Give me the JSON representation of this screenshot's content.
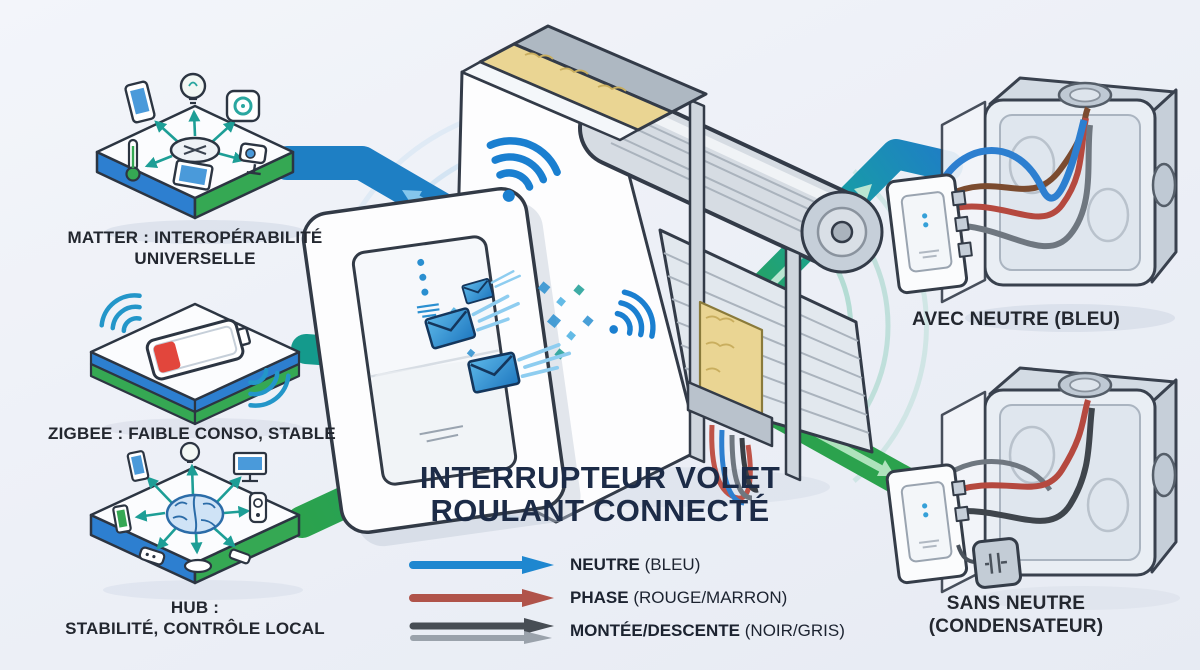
{
  "title": {
    "line1": "INTERRUPTEUR VOLET",
    "line2": "ROULANT CONNECTÉ"
  },
  "protocols": [
    {
      "id": "matter",
      "line1": "MATTER : INTEROPÉRABILITÉ",
      "line2": "UNIVERSELLE"
    },
    {
      "id": "zigbee",
      "line1": "ZIGBEE : FAIBLE CONSO, STABLE",
      "line2": ""
    },
    {
      "id": "hub",
      "line1": "HUB :",
      "line2": "STABILITÉ, CONTRÔLE LOCAL"
    }
  ],
  "wiring_options": [
    {
      "id": "with-neutral",
      "line1": "AVEC NEUTRE (BLEU)",
      "line2": ""
    },
    {
      "id": "without-neutral",
      "line1": "SANS NEUTRE",
      "line2": "(CONDENSATEUR)"
    }
  ],
  "legend": {
    "items": [
      {
        "term": "NEUTRE",
        "detail": "(BLEU)",
        "color": "#1e87d0"
      },
      {
        "term": "PHASE",
        "detail": "(ROUGE/MARRON)",
        "color": "#b0534a"
      },
      {
        "term": "MONTÉE/DESCENTE",
        "detail": "(NOIR/GRIS)",
        "color": "#474d54",
        "color2": "#9aa2ab"
      }
    ]
  },
  "colors": {
    "background": "#eef1f7",
    "band_blue": "#1e7fc4",
    "band_teal": "#149a8c",
    "band_green": "#2ba24d",
    "platform_edge_blue": "#2d7fd0",
    "platform_edge_green": "#35a853",
    "wire_neutral_blue": "#2d7fd0",
    "wire_phase_red": "#b5493f",
    "wire_phase_brown": "#7b4b2f",
    "wire_updown_black": "#3f454c",
    "wire_updown_gray": "#6f7780",
    "insulation_yellow": "#ead593",
    "title_navy": "#1c2b47"
  },
  "icons": {
    "center": [
      "wifi-signal",
      "wifi-signal-small",
      "envelope",
      "radio-waves",
      "data-packets"
    ],
    "matter_devices": [
      "smartphone",
      "light-bulb",
      "thermostat-dial",
      "security-camera",
      "thermometer",
      "tablet",
      "hub-disc"
    ],
    "zigbee_devices": [
      "battery-low",
      "wireless-arcs"
    ],
    "hub_devices": [
      "brain",
      "smartphone",
      "light-bulb",
      "monitor",
      "smartphone",
      "remote",
      "sensor-disc",
      "dongle",
      "doorbell"
    ],
    "right_side": [
      "junction-box",
      "wall-switch",
      "capacitor-module"
    ]
  }
}
